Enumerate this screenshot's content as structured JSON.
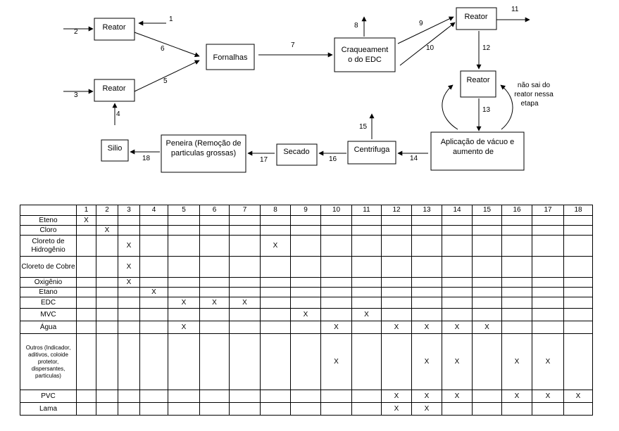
{
  "diagram": {
    "boxes": {
      "reator_top_left": "Reator",
      "reator_bottom_left": "Reator",
      "fornalhas": "Fornalhas",
      "craqueamento": [
        "Craqueament",
        "o do EDC"
      ],
      "reator_top_right": "Reator",
      "reator_mid_right": "Reator",
      "vacuo": [
        "Aplicação de vácuo e",
        "aumento de"
      ],
      "centrifuga": "Centrifuga",
      "secado": "Secado",
      "peneira": [
        "Peneira (Remoção de",
        "particulas grossas)"
      ],
      "silio": "Silio"
    },
    "note": [
      "não sai do",
      "reator nessa",
      "etapa"
    ],
    "stream_labels": {
      "s1": "1",
      "s2": "2",
      "s3": "3",
      "s4": "4",
      "s5": "5",
      "s6": "6",
      "s7": "7",
      "s8": "8",
      "s9": "9",
      "s10": "10",
      "s11": "11",
      "s12": "12",
      "s13": "13",
      "s14": "14",
      "s15": "15",
      "s16": "16",
      "s17": "17",
      "s18": "18"
    }
  },
  "table": {
    "headers": [
      "",
      "1",
      "2",
      "3",
      "4",
      "5",
      "6",
      "7",
      "8",
      "9",
      "10",
      "11",
      "12",
      "13",
      "14",
      "15",
      "16",
      "17",
      "18"
    ],
    "rows": [
      {
        "label": "Eteno",
        "cells": [
          "X",
          "",
          "",
          "",
          "",
          "",
          "",
          "",
          "",
          "",
          "",
          "",
          "",
          "",
          "",
          "",
          "",
          ""
        ]
      },
      {
        "label": "Cloro",
        "cells": [
          "",
          "X",
          "",
          "",
          "",
          "",
          "",
          "",
          "",
          "",
          "",
          "",
          "",
          "",
          "",
          "",
          "",
          ""
        ]
      },
      {
        "label": "Cloreto de Hidrogênio",
        "cells": [
          "",
          "",
          "X",
          "",
          "",
          "",
          "",
          "X",
          "",
          "",
          "",
          "",
          "",
          "",
          "",
          "",
          "",
          ""
        ]
      },
      {
        "label": "Cloreto de Cobre",
        "cells": [
          "",
          "",
          "X",
          "",
          "",
          "",
          "",
          "",
          "",
          "",
          "",
          "",
          "",
          "",
          "",
          "",
          "",
          ""
        ]
      },
      {
        "label": "Oxigênio",
        "cells": [
          "",
          "",
          "X",
          "",
          "",
          "",
          "",
          "",
          "",
          "",
          "",
          "",
          "",
          "",
          "",
          "",
          "",
          ""
        ]
      },
      {
        "label": "Etano",
        "cells": [
          "",
          "",
          "",
          "X",
          "",
          "",
          "",
          "",
          "",
          "",
          "",
          "",
          "",
          "",
          "",
          "",
          "",
          ""
        ]
      },
      {
        "label": "EDC",
        "cells": [
          "",
          "",
          "",
          "",
          "X",
          "X",
          "X",
          "",
          "",
          "",
          "",
          "",
          "",
          "",
          "",
          "",
          "",
          ""
        ]
      },
      {
        "label": "MVC",
        "cells": [
          "",
          "",
          "",
          "",
          "",
          "",
          "",
          "",
          "X",
          "",
          "X",
          "",
          "",
          "",
          "",
          "",
          "",
          ""
        ]
      },
      {
        "label": "Água",
        "cells": [
          "",
          "",
          "",
          "",
          "X",
          "",
          "",
          "",
          "",
          "X",
          "",
          "X",
          "X",
          "X",
          "X",
          "",
          "",
          ""
        ]
      },
      {
        "label": "Outros (Indicador, aditivos, coloide protetor, dispersantes, particulas)",
        "cells": [
          "",
          "",
          "",
          "",
          "",
          "",
          "",
          "",
          "",
          "X",
          "",
          "",
          "X",
          "X",
          "",
          "X",
          "X",
          ""
        ]
      },
      {
        "label": "PVC",
        "cells": [
          "",
          "",
          "",
          "",
          "",
          "",
          "",
          "",
          "",
          "",
          "",
          "X",
          "X",
          "X",
          "",
          "X",
          "X",
          "X"
        ]
      },
      {
        "label": "Lama",
        "cells": [
          "",
          "",
          "",
          "",
          "",
          "",
          "",
          "",
          "",
          "",
          "",
          "X",
          "X",
          "",
          "",
          "",
          "",
          ""
        ]
      }
    ]
  }
}
